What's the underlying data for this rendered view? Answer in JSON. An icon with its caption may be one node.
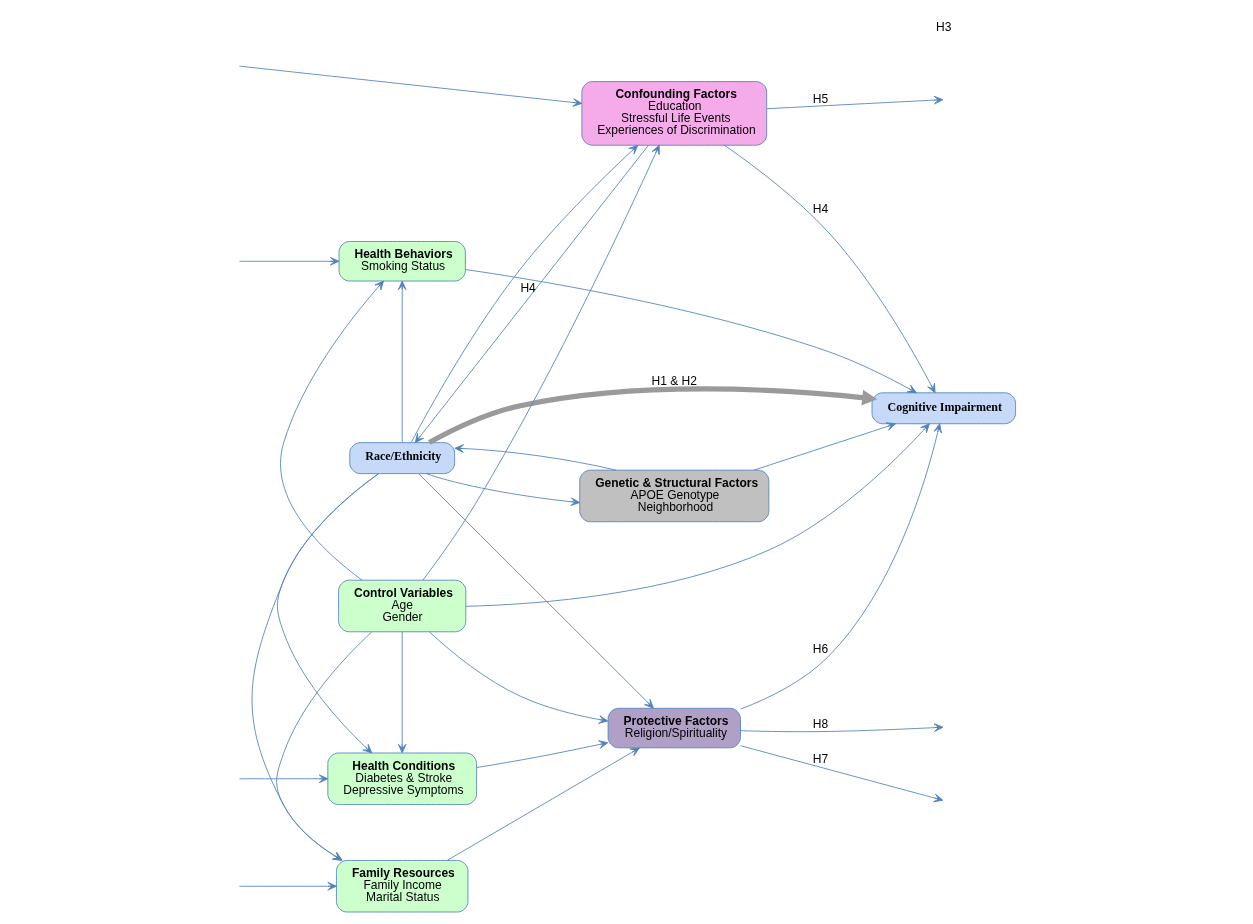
{
  "diagram": {
    "nodes": [
      {
        "text": [
          "Confounding Factors",
          "Education",
          "Stressful Life Events",
          "Experiences of Discrimination"
        ]
      },
      {
        "text": [
          "Race/Ethnicity"
        ]
      },
      {
        "text": [
          "Cognitive Impairment"
        ]
      },
      {
        "text": [
          "Control Variables",
          "Age",
          "Gender"
        ]
      },
      {
        "text": [
          "Health Conditions",
          "Diabetes & Stroke",
          "Depressive Symptoms"
        ]
      },
      {
        "text": [
          "Protective Factors",
          "Religion/Spirituality"
        ]
      },
      {
        "text": [
          "Family Resources",
          "Family Income",
          "Marital Status"
        ]
      },
      {
        "text": [
          "Genetic & Structural Factors",
          "APOE Genotype",
          "Neighborhood"
        ]
      },
      {
        "text": [
          "Health Behaviors",
          "Smoking Status"
        ]
      }
    ],
    "edges": [
      {
        "from": 1,
        "to": 2,
        "arrow": "to",
        "label": "H1 & H2",
        "style": "thick",
        "color": "#9a9a9a"
      },
      {
        "from": null,
        "to": 0,
        "arrow": "to"
      },
      {
        "from": 0,
        "to": null,
        "arrow": "to",
        "label": "H5"
      },
      {
        "from": 0,
        "to": 1,
        "arrow": "to",
        "label": "H4"
      },
      {
        "from": 0,
        "to": 2,
        "arrow": "to",
        "label": "H4"
      },
      {
        "from": 5,
        "to": null,
        "arrow": "to",
        "label": "H7"
      },
      {
        "from": 5,
        "to": 2,
        "arrow": "to",
        "label": "H6"
      },
      {
        "from": 5,
        "to": null,
        "arrow": "to",
        "label": "H8"
      },
      {
        "from": 1,
        "to": 5,
        "arrow": "to"
      },
      {
        "from": 3,
        "to": 5,
        "arrow": "to"
      },
      {
        "from": 4,
        "to": 5,
        "arrow": "to"
      },
      {
        "from": 6,
        "to": 5,
        "arrow": "to"
      },
      {
        "from": 7,
        "to": 2,
        "arrow": "to"
      },
      {
        "from": 7,
        "to": 1,
        "arrow": "to"
      },
      {
        "from": 3,
        "to": 2,
        "arrow": "to"
      },
      {
        "from": 3,
        "to": 0,
        "arrow": "to"
      },
      {
        "from": 1,
        "to": 0,
        "arrow": "to"
      },
      {
        "from": 8,
        "to": 2,
        "arrow": "to"
      },
      {
        "from": 3,
        "to": 4,
        "arrow": "to"
      },
      {
        "from": 3,
        "to": 6,
        "arrow": "to"
      },
      {
        "from": 3,
        "to": 8,
        "arrow": "to"
      },
      {
        "from": 1,
        "to": 4,
        "arrow": "to"
      },
      {
        "from": 1,
        "to": 6,
        "arrow": "to"
      },
      {
        "from": 1,
        "to": 8,
        "arrow": "to"
      },
      {
        "from": 1,
        "to": 7,
        "arrow": "to"
      },
      {
        "from": null,
        "to": 4,
        "arrow": "to"
      },
      {
        "from": null,
        "to": 6,
        "arrow": "to"
      },
      {
        "from": null,
        "to": 8,
        "arrow": "to"
      }
    ],
    "labels": [
      "H3"
    ]
  }
}
